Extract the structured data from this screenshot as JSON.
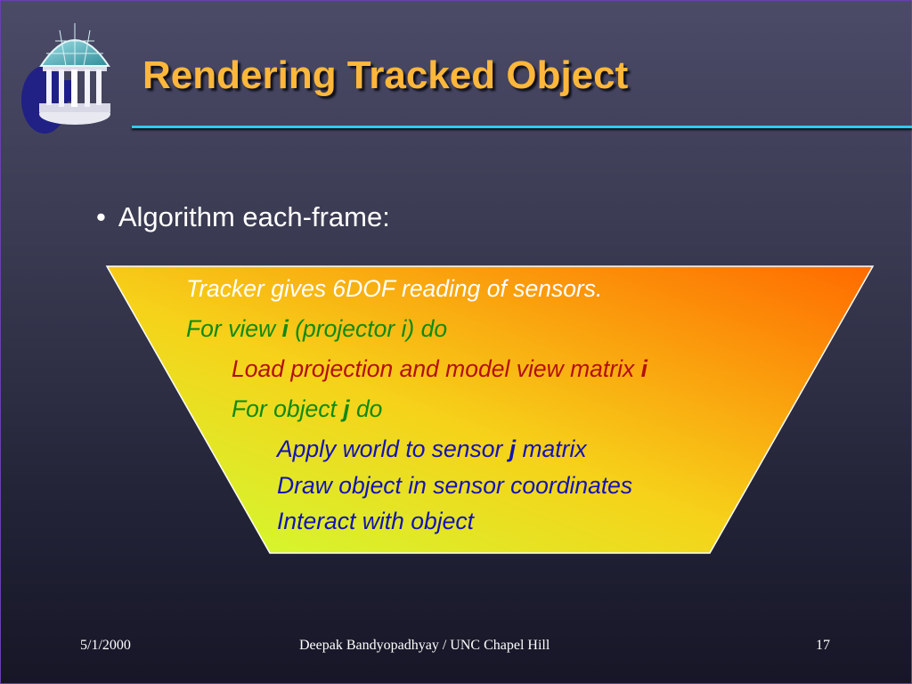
{
  "slide": {
    "title": "Rendering Tracked Object",
    "bullet": "Algorithm each-frame:",
    "bullet_marker": "•"
  },
  "algorithm": {
    "line1": "Tracker gives 6DOF reading of sensors.",
    "line2_pre": "For view ",
    "line2_var": "i",
    "line2_post": " (projector i) do",
    "line3_pre": "Load projection and model view matrix ",
    "line3_var": "i",
    "line4_pre": "For object ",
    "line4_var": "j",
    "line4_post": " do",
    "line5_pre": "Apply world to sensor ",
    "line5_var": "j",
    "line5_post": " matrix",
    "line6": "Draw object in sensor coordinates",
    "line7": "Interact with object"
  },
  "footer": {
    "date": "5/1/2000",
    "author": "Deepak Bandyopadhyay / UNC Chapel Hill",
    "page": "17"
  },
  "colors": {
    "title": "#ffb73b",
    "rule": "#33c6f0",
    "shape_gradient_start": "#ccff33",
    "shape_gradient_end": "#ff6a00",
    "text_white": "#ffffff",
    "text_green": "#0f8a12",
    "text_red": "#b30f0f",
    "text_blue": "#1313b4"
  },
  "logo_icon": "old-well-icon"
}
